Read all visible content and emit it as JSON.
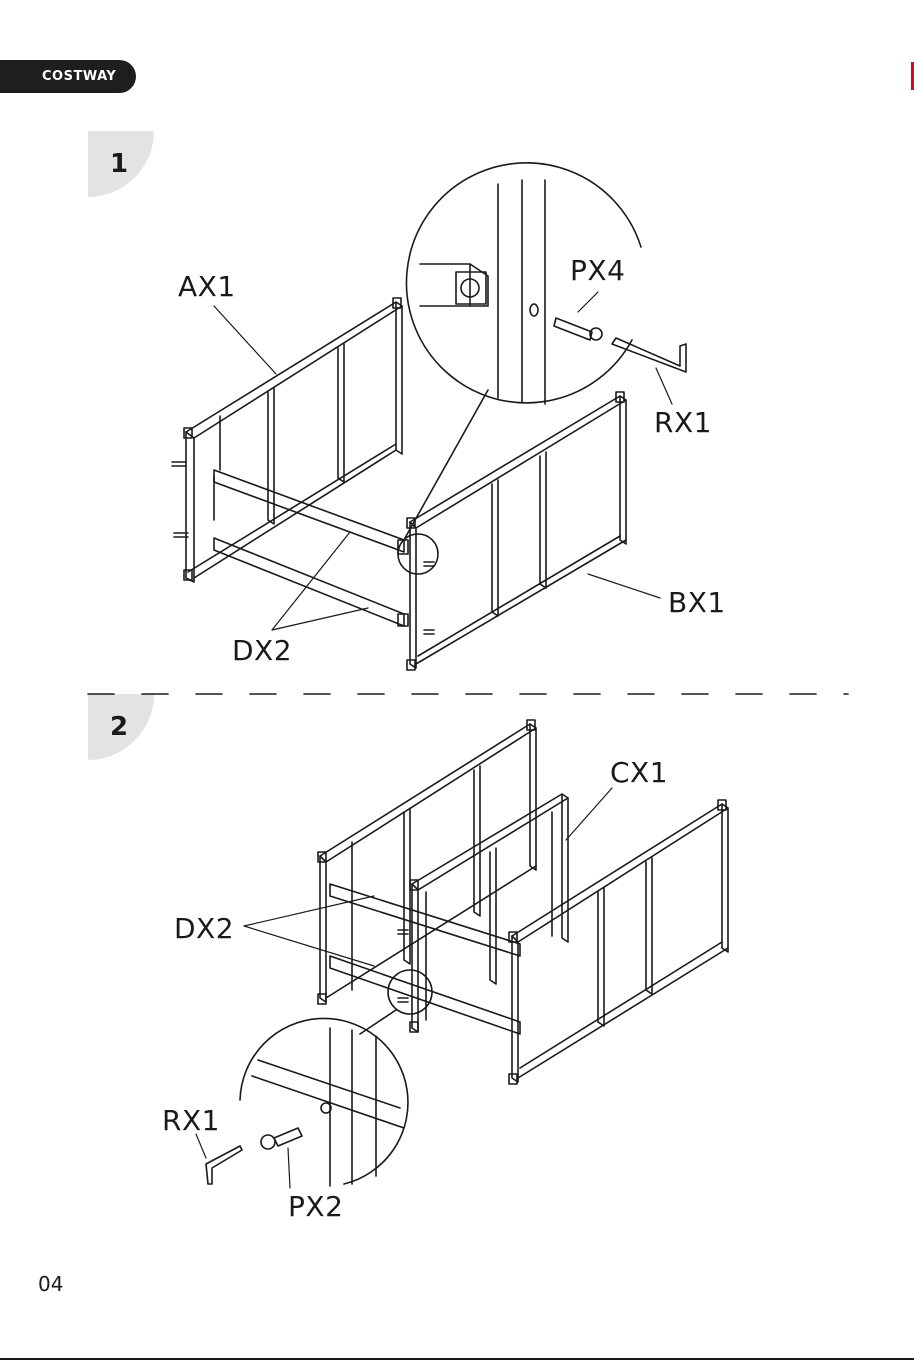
{
  "header": {
    "brand": "COSTWAY"
  },
  "steps": [
    {
      "number": "1",
      "labels": {
        "ax": "AX1",
        "px": "PX4",
        "rx": "RX1",
        "bx": "BX1",
        "dx": "DX2"
      }
    },
    {
      "number": "2",
      "labels": {
        "cx": "CX1",
        "dx": "DX2",
        "rx": "RX1",
        "px": "PX2"
      }
    }
  ],
  "footer": {
    "page_number": "04"
  },
  "colors": {
    "brand_bg": "#1e1e1e",
    "step_bg": "#e3e3e3",
    "accent": "#c8102e"
  }
}
